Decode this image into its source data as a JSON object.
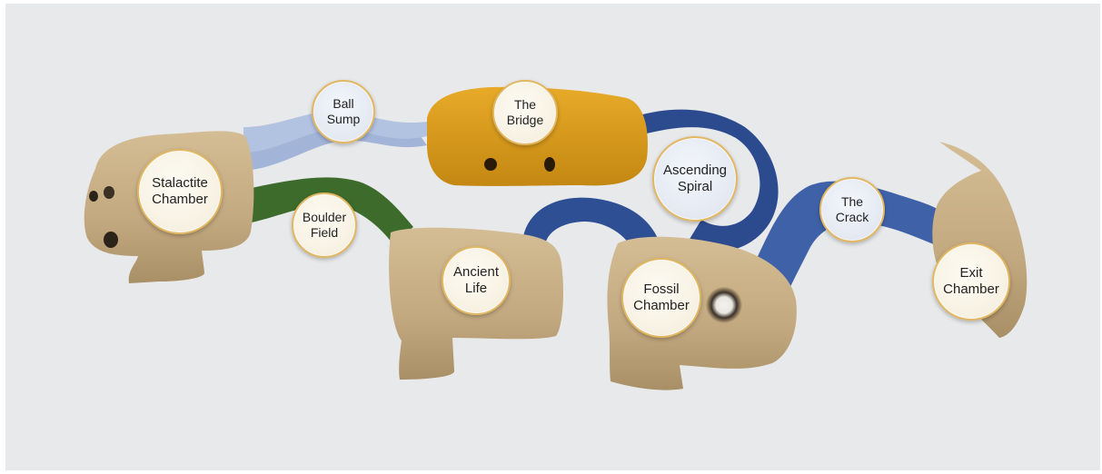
{
  "colors": {
    "background": "#e8e9eb",
    "chamber_sand": "#c4ac83",
    "tunnel_light_blue": "#9fb3d8",
    "tunnel_gold": "#d89a1c",
    "tunnel_dark_blue": "#2c4b8e",
    "tunnel_mid_blue": "#3f61a8",
    "tunnel_green": "#3d6b2c",
    "label_ring": "#e2b761"
  },
  "locations": [
    {
      "id": "stalactite",
      "line1": "Stalactite",
      "line2": "Chamber"
    },
    {
      "id": "ball-sump",
      "line1": "Ball",
      "line2": "Sump"
    },
    {
      "id": "bridge",
      "line1": "The",
      "line2": "Bridge"
    },
    {
      "id": "ascending",
      "line1": "Ascending",
      "line2": "Spiral"
    },
    {
      "id": "boulder",
      "line1": "Boulder",
      "line2": "Field"
    },
    {
      "id": "ancient",
      "line1": "Ancient",
      "line2": "Life"
    },
    {
      "id": "fossil",
      "line1": "Fossil",
      "line2": "Chamber"
    },
    {
      "id": "crack",
      "line1": "The",
      "line2": "Crack"
    },
    {
      "id": "exit",
      "line1": "Exit",
      "line2": "Chamber"
    }
  ]
}
